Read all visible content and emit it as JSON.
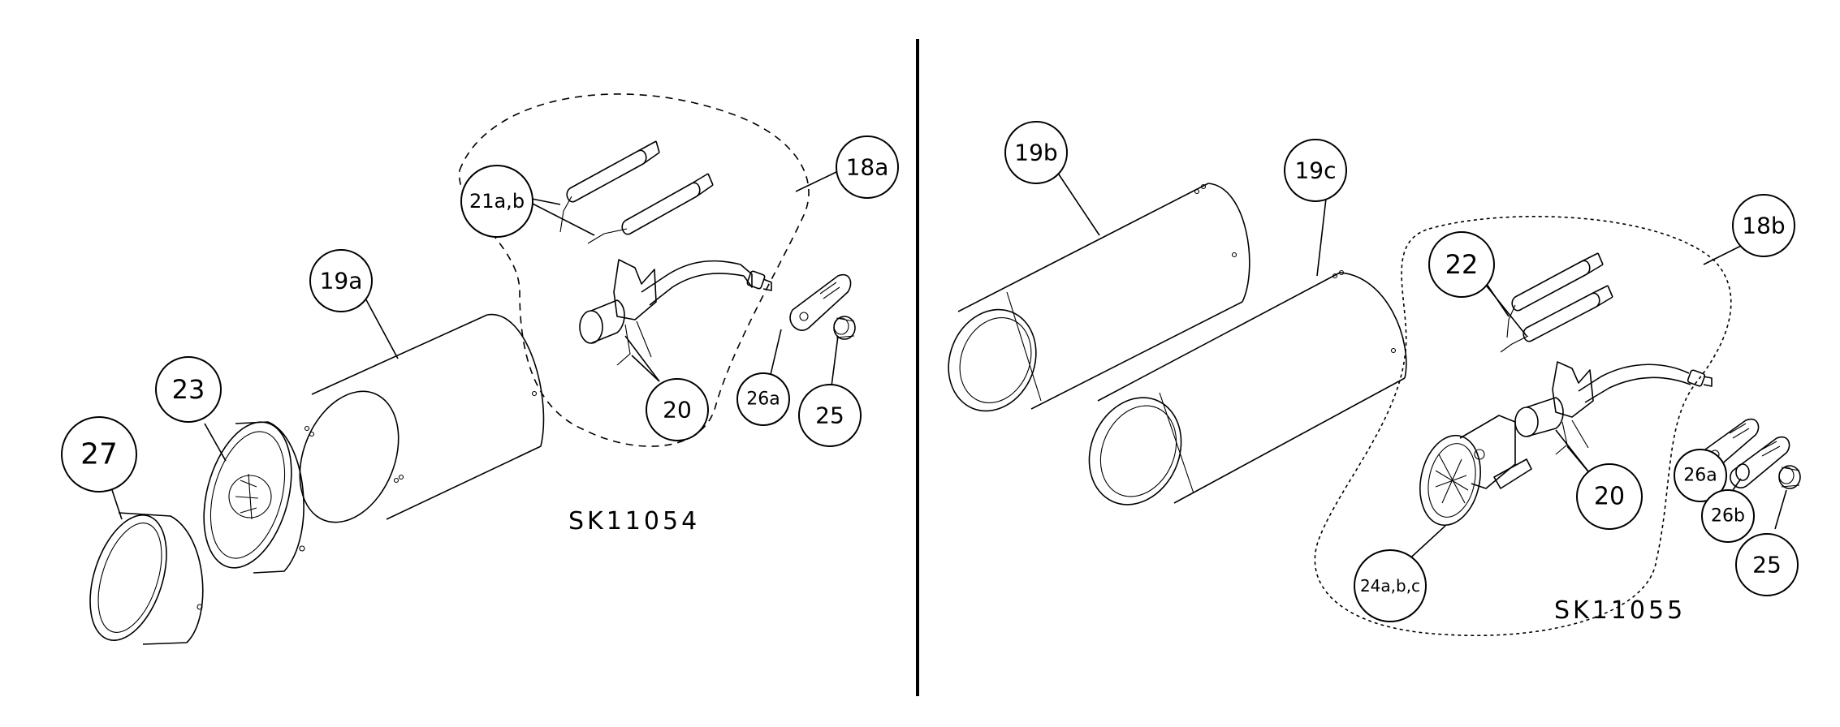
{
  "diagram": {
    "left_panel": {
      "drawing_number": "SK11054",
      "callouts": {
        "c18a": "18a",
        "c19a": "19a",
        "c20": "20",
        "c21ab": "21a,b",
        "c23": "23",
        "c25": "25",
        "c26a": "26a",
        "c27": "27"
      }
    },
    "right_panel": {
      "drawing_number": "SK11055",
      "callouts": {
        "c18b": "18b",
        "c19b": "19b",
        "c19c": "19c",
        "c20": "20",
        "c22": "22",
        "c24abc": "24a,b,c",
        "c25": "25",
        "c26a": "26a",
        "c26b": "26b"
      }
    }
  }
}
